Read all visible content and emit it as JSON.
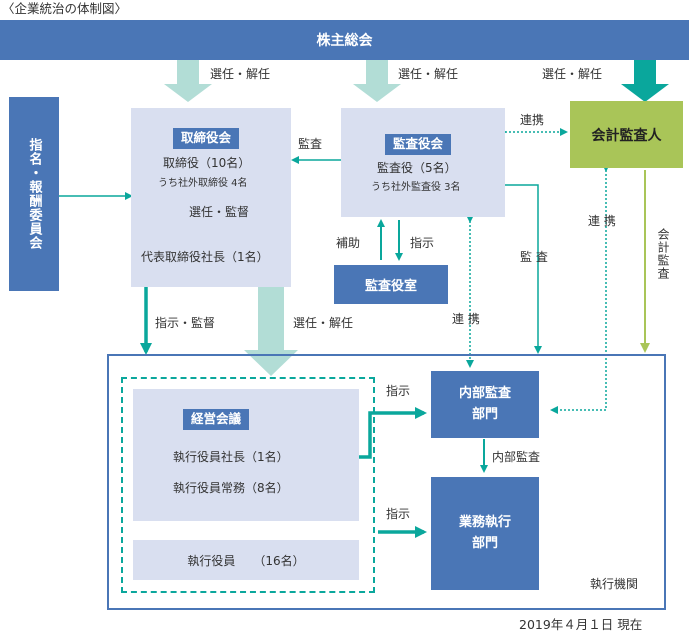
{
  "caption": "〈企業統治の体制図〉",
  "shareholders": "株主総会",
  "elect_dismiss": "選任・解任",
  "nomination_committee": "指名・報酬委員会",
  "board": {
    "title": "取締役会",
    "directors": "取締役（10名）",
    "outside_directors": "うち社外取締役 4名",
    "supervise": "選任・監督",
    "president": "代表取締役社長（1名）"
  },
  "audit_board": {
    "title": "監査役会",
    "members": "監査役（5名）",
    "outside_members": "うち社外監査役 3名"
  },
  "audit_office": "監査役室",
  "assist": "補助",
  "instruct": "指示",
  "audit": "監査",
  "audit_spaced": "監 査",
  "cooperate": "連携",
  "cooperate_spaced": "連 携",
  "accounting_auditor": "会計監査人",
  "accounting_audit": "会計監査",
  "instruct_supervise": "指示・監督",
  "management_meeting": {
    "title": "経営会議",
    "president": "執行役員社長（1名）",
    "managing": "執行役員常務（8名）"
  },
  "executive_officers": "執行役員　　（16名）",
  "internal_audit_line1": "内部監査",
  "internal_audit_line2": "部門",
  "internal_audit_label": "内部監査",
  "business_line1": "業務執行",
  "business_line2": "部門",
  "execution_org": "執行機関",
  "date": "2019年４月１日 現在",
  "colors": {
    "dark_blue": "#4a76b6",
    "light_blue": "#d9dff0",
    "green": "#a9c558",
    "teal": "#0aa79c",
    "light_teal": "#b2ddd6"
  }
}
